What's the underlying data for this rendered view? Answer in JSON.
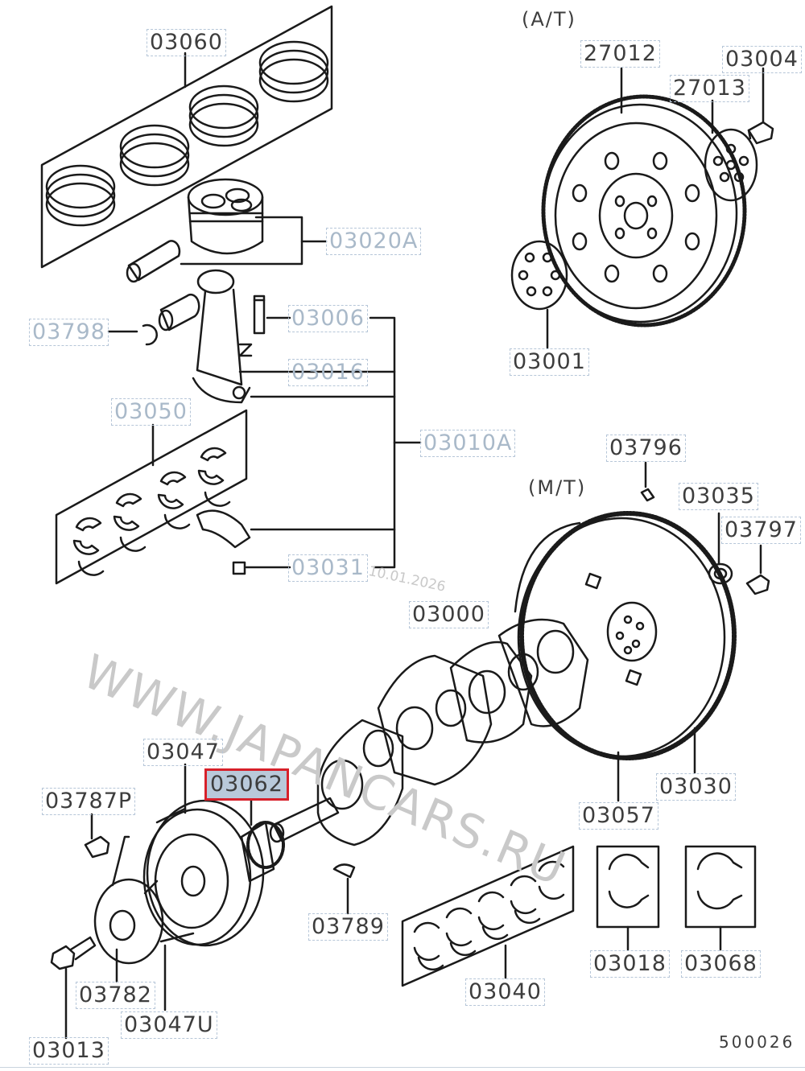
{
  "labels": {
    "p03060": "03060",
    "p03020A": "03020A",
    "p03798": "03798",
    "p03006": "03006",
    "p03016": "03016",
    "p03050": "03050",
    "p03010A": "03010A",
    "p03031": "03031",
    "p03000": "03000",
    "p03047": "03047",
    "p03062": "03062",
    "p03787P": "03787P",
    "p03789": "03789",
    "p03782": "03782",
    "p03047U": "03047U",
    "p03013": "03013",
    "p03040": "03040",
    "p03018": "03018",
    "p03068": "03068",
    "p03057": "03057",
    "p03030": "03030",
    "p03035": "03035",
    "p03797": "03797",
    "p03796": "03796",
    "p27012": "27012",
    "p27013": "27013",
    "p03004": "03004",
    "p03001": "03001"
  },
  "captions": {
    "at": "(A/T)",
    "mt": "(M/T)",
    "code": "500026"
  },
  "watermark": {
    "site": "WWW.JAPANCARS.RU",
    "date": "10.01.2026"
  },
  "selected_part": "03062",
  "colors": {
    "selected_border": "#d7202a",
    "selected_fill": "#b9c9da",
    "link_label": "#a9b9c9",
    "label": "#3d3d3d"
  }
}
